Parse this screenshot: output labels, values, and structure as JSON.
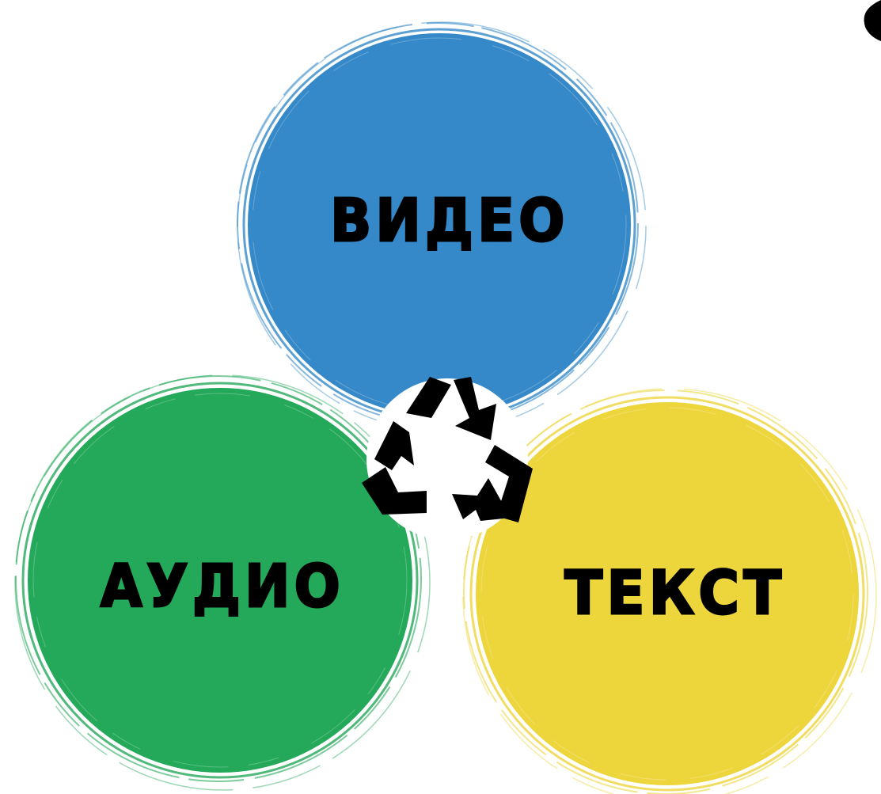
{
  "nodes": {
    "video": {
      "label": "ВИДЕО",
      "color": "#3589c8"
    },
    "audio": {
      "label": "АУДИО",
      "color": "#24a85a"
    },
    "text": {
      "label": "ТЕКСТ",
      "color": "#edd53c"
    }
  },
  "center_icon": "recycle-arrows-icon",
  "corner_icon": "partial-black-shape-icon",
  "label_color": "#000000"
}
